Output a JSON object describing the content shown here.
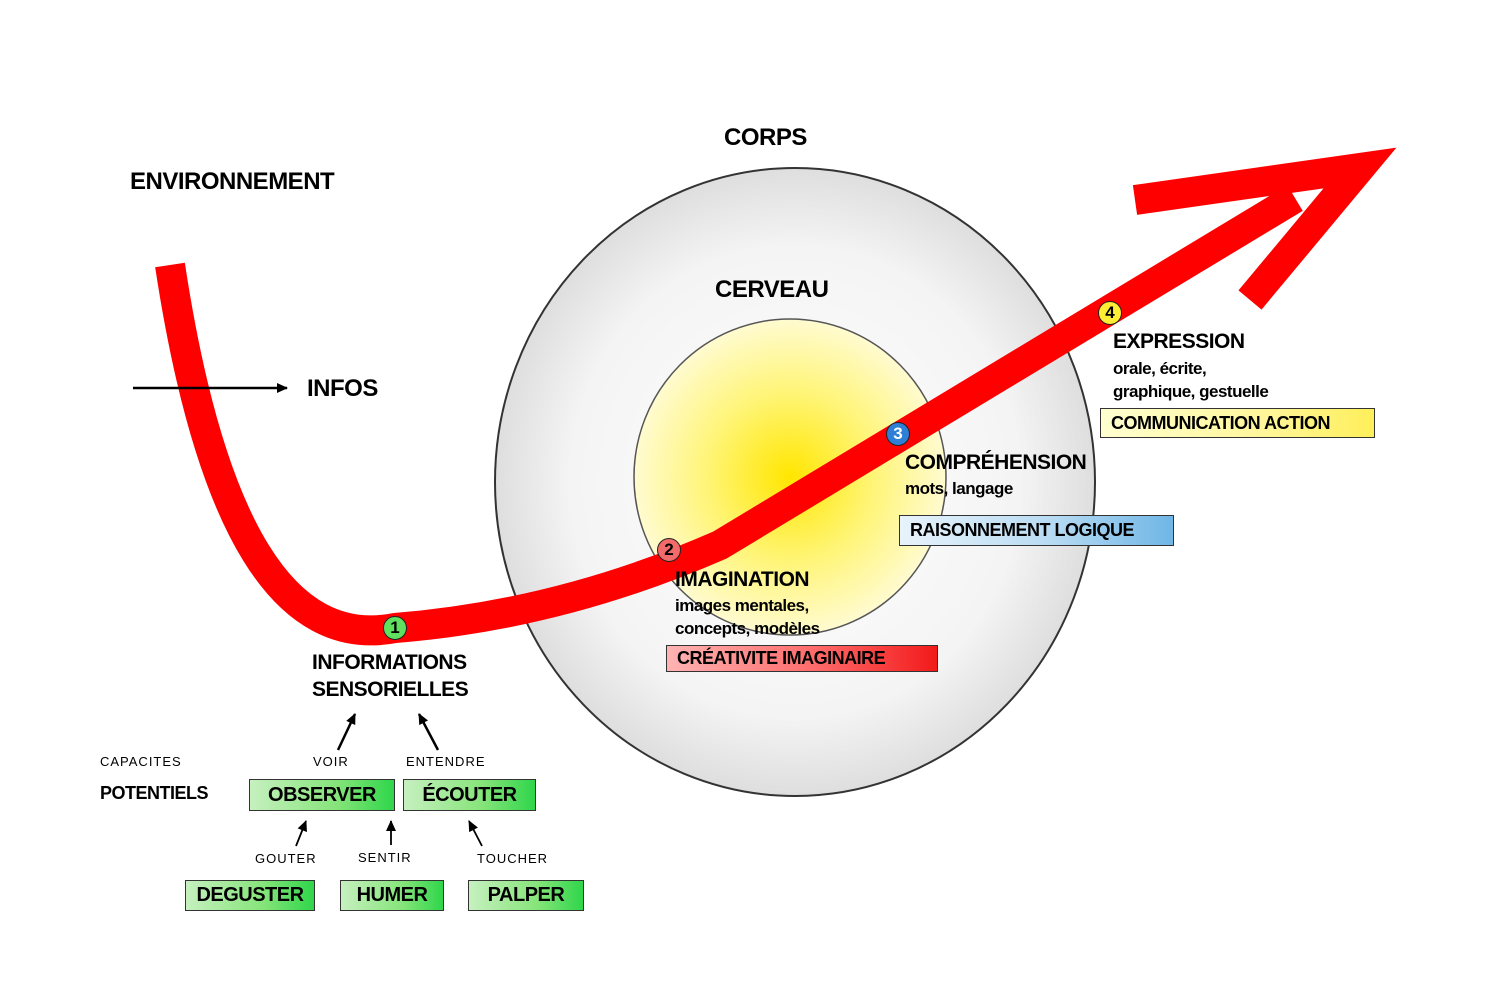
{
  "title_environment": "ENVIRONNEMENT",
  "title_corps": "CORPS",
  "title_cerveau": "CERVEAU",
  "infos_label": "INFOS",
  "colors": {
    "arrow": "#ff0000",
    "step1": "#5fe05f",
    "step2": "#f26a6a",
    "step3": "#2f7fd6",
    "step4": "#ffee33"
  },
  "steps": [
    {
      "number": "1",
      "title_line1": "INFORMATIONS",
      "title_line2": "SENSORIELLES"
    },
    {
      "number": "2",
      "title": "IMAGINATION",
      "detail_line1": "images  mentales,",
      "detail_line2": "concepts,  modèles",
      "box": "CRÉATIVITE   IMAGINAIRE"
    },
    {
      "number": "3",
      "title": "COMPRÉHENSION",
      "detail_line1": "mots,  langage",
      "box": "RAISONNEMENT   LOGIQUE"
    },
    {
      "number": "4",
      "title": "EXPRESSION",
      "detail_line1": "orale,  écrite,",
      "detail_line2": "graphique,  gestuelle",
      "box": "COMMUNICATION   ACTION"
    }
  ],
  "capacites_label": "CAPACITES",
  "potentiels_label": "POTENTIELS",
  "senses": {
    "voir": "VOIR",
    "entendre": "ENTENDRE",
    "gouter": "GOUTER",
    "sentir": "SENTIR",
    "toucher": "TOUCHER"
  },
  "potentials": {
    "observer": "OBSERVER",
    "ecouter": "ÉCOUTER",
    "deguster": "DEGUSTER",
    "humer": "HUMER",
    "palper": "PALPER"
  }
}
